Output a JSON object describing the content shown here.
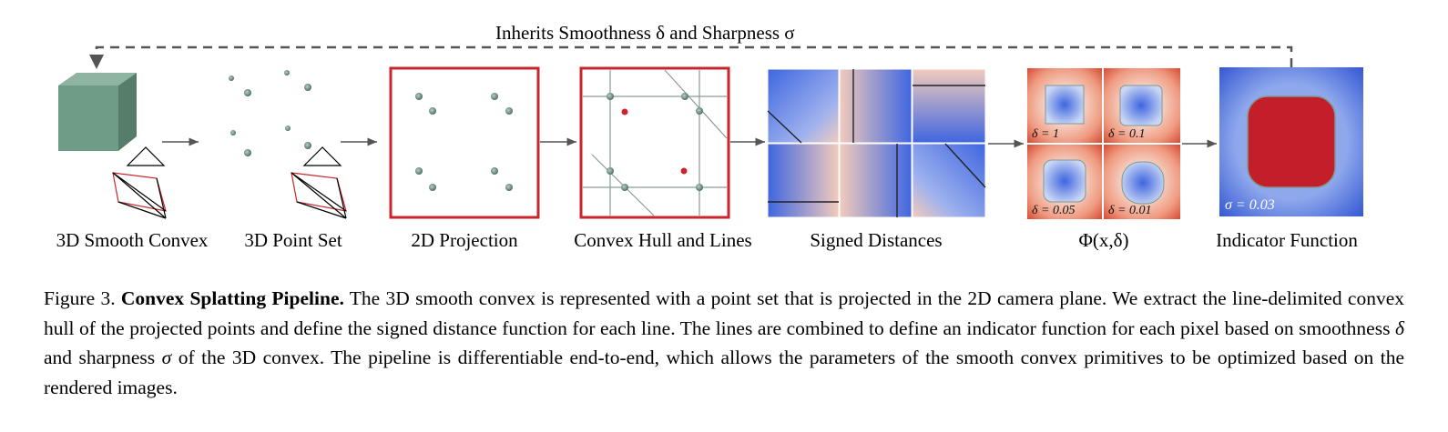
{
  "feedback": {
    "label": "Inherits Smoothness δ and Sharpness σ"
  },
  "stages": {
    "smooth_convex": "3D Smooth Convex",
    "point_set": "3D Point Set",
    "projection": "2D Projection",
    "hull": "Convex Hull and Lines",
    "signed": "Signed Distances",
    "phi": "Φ(x,δ)",
    "indicator": "Indicator Function"
  },
  "phi_panels": {
    "d1": "δ = 1",
    "d2": "δ = 0.1",
    "d3": "δ = 0.05",
    "d4": "δ = 0.01"
  },
  "indicator_label": "σ = 0.03",
  "caption": {
    "figure": "Figure 3.",
    "title": "Convex Splatting Pipeline.",
    "s1": "The 3D smooth convex is represented with a point set that is projected in the 2D camera plane. We extract the line-delimited convex hull of the projected points and define the signed distance function for each line. The lines are combined to define an indicator function for each pixel based on smoothness",
    "delta": "δ",
    "s2": "and sharpness",
    "sigma": "σ",
    "s3": "of the 3D convex. The pipeline is differentiable end-to-end, which allows the parameters of the smooth convex primitives to be optimized based on the rendered images."
  },
  "colors": {
    "frame_red": "#c8262c",
    "cube": "#6a9a82",
    "blue": "#3d62d8",
    "red_fill": "#c41e2b"
  }
}
